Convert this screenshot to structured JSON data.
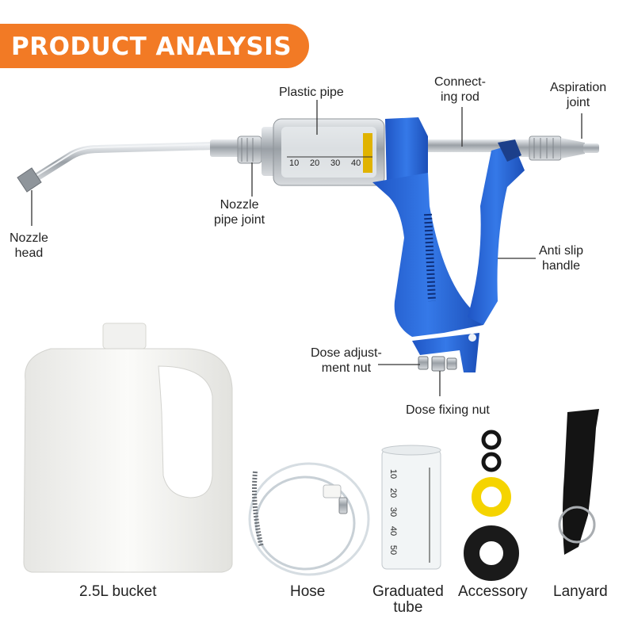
{
  "banner": {
    "title": "PRODUCT ANALYSIS"
  },
  "labels": {
    "plastic_pipe": "Plastic pipe",
    "connecting_rod_1": "Connect-",
    "connecting_rod_2": "ing rod",
    "aspiration_joint_1": "Aspiration",
    "aspiration_joint_2": "joint",
    "nozzle_head_1": "Nozzle",
    "nozzle_head_2": "head",
    "nozzle_pipe_joint_1": "Nozzle",
    "nozzle_pipe_joint_2": "pipe joint",
    "anti_slip_handle_1": "Anti slip",
    "anti_slip_handle_2": "handle",
    "dose_adjustment_nut_1": "Dose adjust-",
    "dose_adjustment_nut_2": "ment nut",
    "dose_fixing_nut": "Dose fixing nut"
  },
  "barrel_scale": [
    "10",
    "20",
    "30",
    "40"
  ],
  "tube_scale": [
    "10",
    "20",
    "30",
    "40",
    "50"
  ],
  "accessories": {
    "bucket": "2.5L bucket",
    "hose": "Hose",
    "graduated_tube_1": "Graduated",
    "graduated_tube_2": "tube",
    "accessory": "Accessory",
    "lanyard": "Lanyard"
  },
  "colors": {
    "banner": "#f27a25",
    "handle_blue": "#2764d6",
    "ring_yellow": "#f5d400",
    "steel": "#b9bdc2"
  }
}
